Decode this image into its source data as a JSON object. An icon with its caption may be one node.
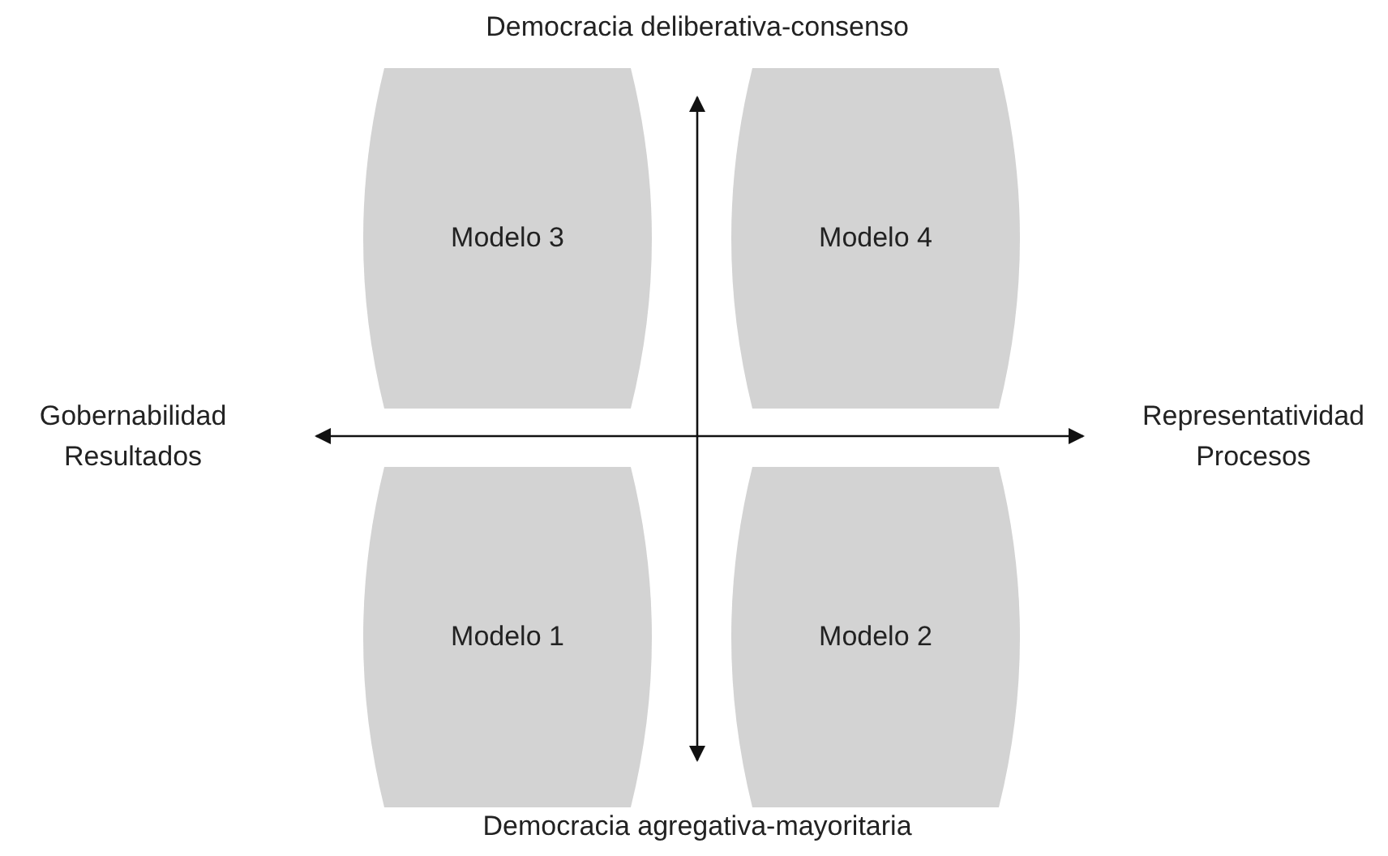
{
  "diagram": {
    "nodes": [
      {
        "text": [
          "Modelo 3"
        ]
      },
      {
        "text": [
          "Modelo 4"
        ]
      },
      {
        "text": [
          "Modelo 1"
        ]
      },
      {
        "text": [
          "Modelo 2"
        ]
      }
    ],
    "labels": [
      "Democracia deliberativa-consenso",
      "Gobernabilidad",
      "Resultados",
      "Representatividad",
      "Procesos",
      "Democracia agregativa-mayoritaria"
    ]
  }
}
